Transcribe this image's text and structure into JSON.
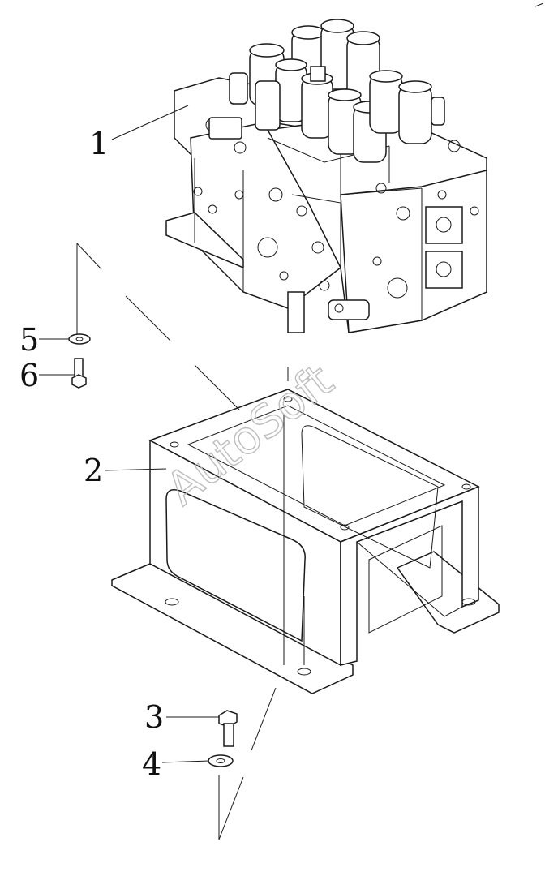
{
  "diagram": {
    "watermark": "AutoSoft",
    "callouts": [
      {
        "id": "1",
        "label": "1"
      },
      {
        "id": "2",
        "label": "2"
      },
      {
        "id": "3",
        "label": "3"
      },
      {
        "id": "4",
        "label": "4"
      },
      {
        "id": "5",
        "label": "5"
      },
      {
        "id": "6",
        "label": "6"
      }
    ]
  },
  "colors": {
    "line": "#1a1a1a",
    "background": "#ffffff",
    "watermark": "#bdbdbd"
  }
}
